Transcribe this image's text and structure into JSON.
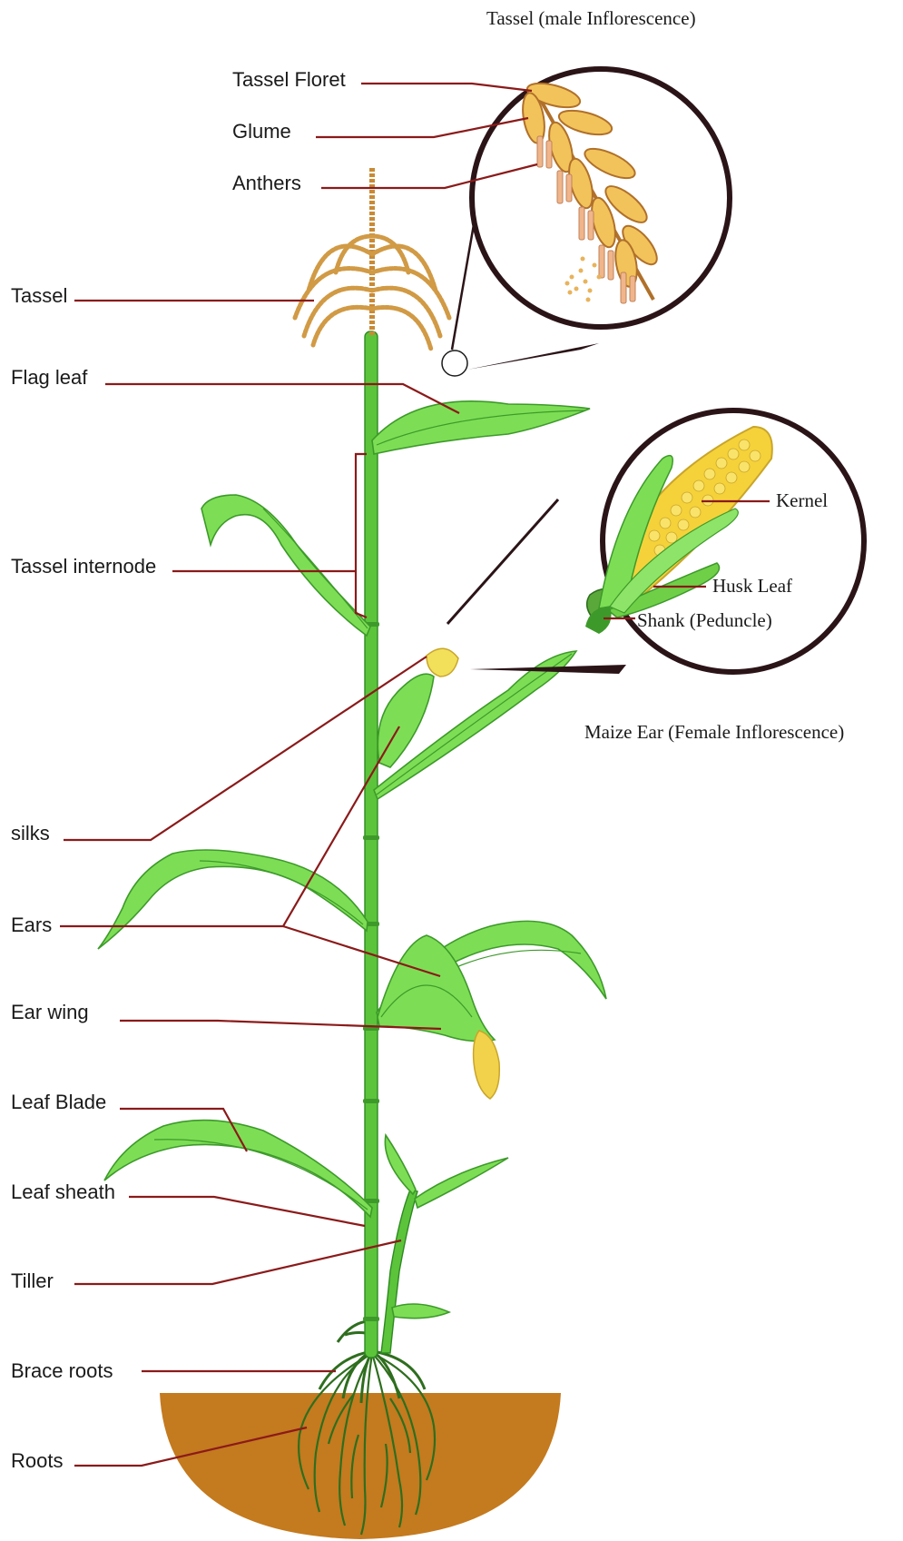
{
  "header": {
    "tassel_caption": "Tassel (male Inflorescence)",
    "ear_caption": "Maize Ear (Female Inflorescence)"
  },
  "labels": {
    "tassel_floret": "Tassel Floret",
    "glume": "Glume",
    "anthers": "Anthers",
    "tassel": "Tassel",
    "flag_leaf": "Flag leaf",
    "tassel_internode": "Tassel internode",
    "silks": "silks",
    "ears": "Ears",
    "ear_wing": "Ear wing",
    "leaf_blade": "Leaf Blade",
    "leaf_sheath": "Leaf sheath",
    "tiller": "Tiller",
    "brace_roots": "Brace roots",
    "roots": "Roots"
  },
  "ear_inset_labels": {
    "kernel": "Kernel",
    "husk_leaf": "Husk Leaf",
    "shank": "Shank (Peduncle)"
  },
  "colors": {
    "leader_line": "#8b1a1a",
    "leaf_green": "#7dde55",
    "stem_green": "#5cc43a",
    "soil": "#c47a1e",
    "tassel_gold": "#d19a45",
    "kernel_yellow": "#f5d23a",
    "inset_ring": "#2b1418"
  }
}
